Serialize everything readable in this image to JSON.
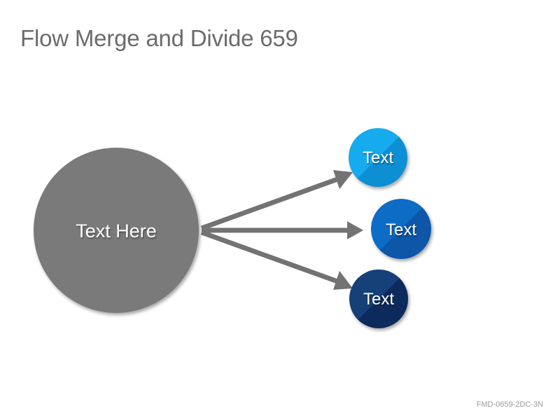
{
  "title": "Flow Merge and Divide 659",
  "footer_code": "FMD-0659-2DC-3N",
  "source": {
    "label": "Text Here",
    "color": "#7a7a7a"
  },
  "arrow_color": "#737373",
  "targets": [
    {
      "label": "Text",
      "color_light": "#19aaee",
      "color_dark": "#0e8fd4"
    },
    {
      "label": "Text",
      "color_light": "#0f6cc6",
      "color_dark": "#0a56a8"
    },
    {
      "label": "Text",
      "color_light": "#163f78",
      "color_dark": "#0d2c5c"
    }
  ]
}
